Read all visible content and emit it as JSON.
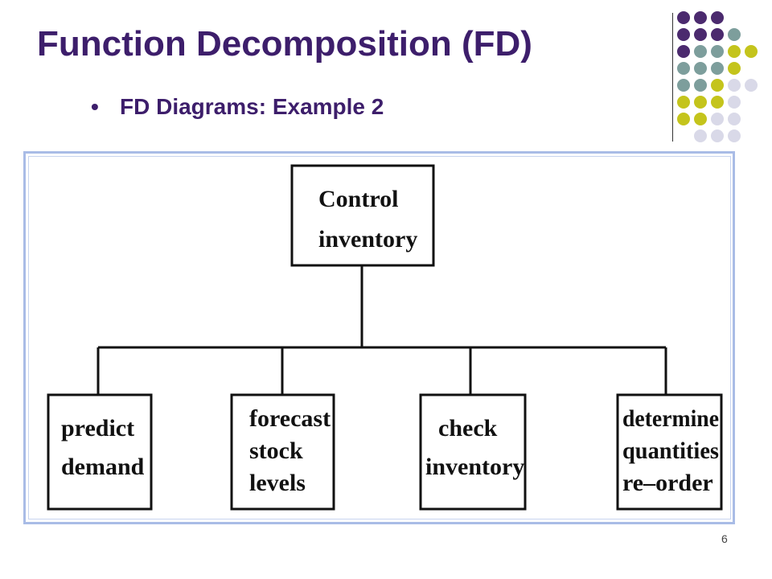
{
  "slide": {
    "title": "Function Decomposition (FD)",
    "bullet": "FD Diagrams: Example 2",
    "page_number": "6"
  },
  "decoration": {
    "dot_colors": {
      "purple": "#4b2a6e",
      "teal": "#7d9e9c",
      "olive": "#c4c41c",
      "lavender": "#d9d9e8"
    }
  },
  "diagram": {
    "root": {
      "line1": "Control",
      "line2": "inventory"
    },
    "children": [
      {
        "lines": [
          "predict",
          "demand"
        ]
      },
      {
        "lines": [
          "forecast",
          "stock",
          "levels"
        ]
      },
      {
        "lines": [
          "check",
          "inventory"
        ]
      },
      {
        "lines": [
          "determine",
          "quantities",
          "re–order"
        ]
      }
    ]
  }
}
